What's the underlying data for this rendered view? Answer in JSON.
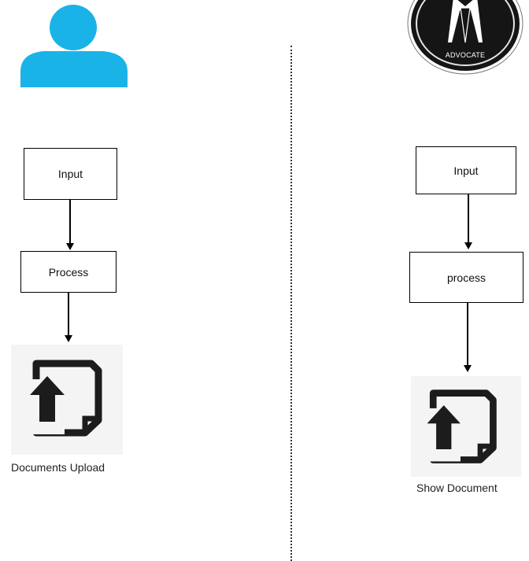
{
  "left_column": {
    "actor_icon": "user-avatar-icon",
    "input_label": "Input",
    "process_label": "Process",
    "document_icon": "document-upload-icon",
    "caption": "Documents Upload"
  },
  "right_column": {
    "actor_logo": "advocate-badge",
    "badge_text": "ADVOCATE",
    "input_label": "Input",
    "process_label": "process",
    "document_icon": "document-upload-icon",
    "caption": "Show Document"
  },
  "colors": {
    "user_icon": "#1ab3e8",
    "badge_bg": "#111111",
    "doc_icon": "#1c1c1c",
    "tile_bg": "#f4f4f4"
  }
}
